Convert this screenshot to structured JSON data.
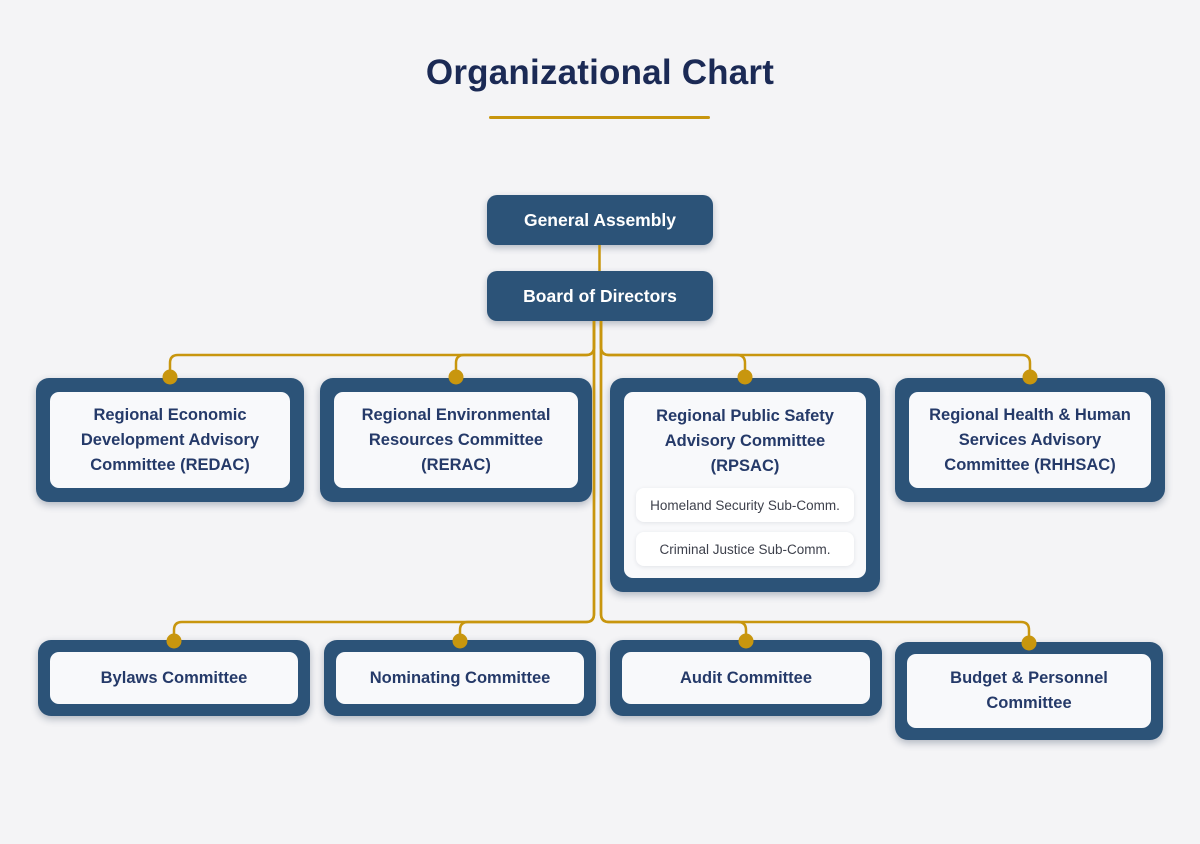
{
  "title": "Organizational Chart",
  "org": {
    "root": {
      "label": "General Assembly"
    },
    "board": {
      "label": "Board of Directors"
    },
    "advisory": [
      {
        "label": "Regional Economic Development Advisory Committee (REDAC)"
      },
      {
        "label": "Regional Environmental Resources Committee (RERAC)"
      },
      {
        "label": "Regional Public Safety Advisory Committee (RPSAC)",
        "sub_committees": [
          "Homeland Security Sub-Comm.",
          "Criminal Justice Sub-Comm."
        ]
      },
      {
        "label": "Regional Health & Human Services Advisory Committee (RHHSAC)"
      }
    ],
    "standing": [
      {
        "label": "Bylaws Committee"
      },
      {
        "label": "Nominating Committee"
      },
      {
        "label": "Audit Committee"
      },
      {
        "label": "Budget & Personnel Committee"
      }
    ]
  },
  "colors": {
    "background": "#f4f4f6",
    "node_fill": "#2c5378",
    "card_fill": "#f8f9fb",
    "pill_fill": "#ffffff",
    "accent_gold": "#c8960e",
    "title_text": "#1b2a55",
    "node_text": "#ffffff",
    "committee_text": "#253a69",
    "subcommittee_text": "#3e414c"
  }
}
